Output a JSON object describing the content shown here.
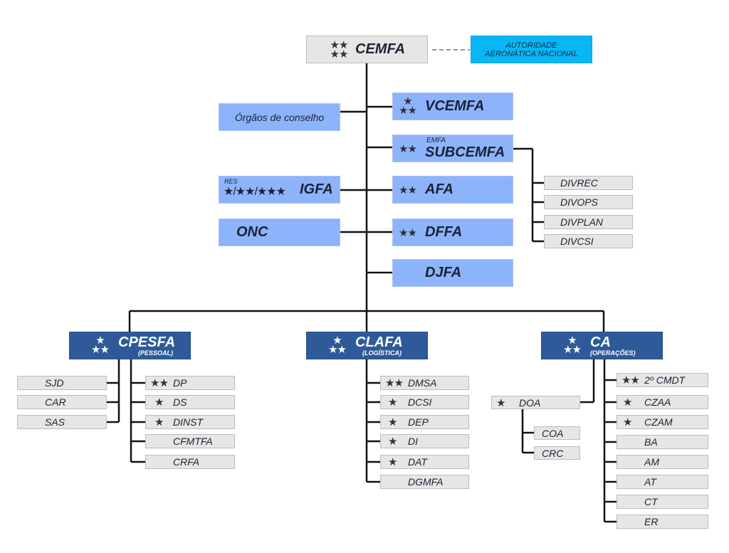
{
  "colors": {
    "gray": "#e6e6e6",
    "blue": "#8db3fb",
    "cyan": "#08b6f5",
    "dark_blue": "#2e5a99",
    "line": "#111111"
  },
  "top": {
    "label": "CEMFA",
    "stars": "★★ ★★"
  },
  "authority": {
    "line1": "AUTORIDADE",
    "line2": "AERONÁTICA NACIONAL"
  },
  "councils": {
    "label": "Órgãos de conselho"
  },
  "vcemfa": {
    "label": "VCEMFA",
    "star_top": "★",
    "star_bottom": "★★"
  },
  "subcemfa": {
    "label": "SUBCEMFA",
    "prefix": "EMFA",
    "stars": "★★"
  },
  "afa": {
    "label": "AFA",
    "stars": "★★"
  },
  "dffa": {
    "label": "DFFA",
    "stars": "★★"
  },
  "djfa": {
    "label": "DJFA"
  },
  "igfa": {
    "label": "IGFA",
    "prefix": "RES",
    "stars": "★/★★/★★★"
  },
  "onc": {
    "label": "ONC"
  },
  "subcemfa_children": [
    "DIVREC",
    "DIVOPS",
    "DIVPLAN",
    "DIVCSI"
  ],
  "commands": {
    "cpesfa": {
      "label": "CPESFA",
      "sub": "(PESSOAL)",
      "star_top": "★",
      "star_bottom": "★★"
    },
    "clafa": {
      "label": "CLAFA",
      "sub": "(LOGÍSTICA)",
      "star_top": "★",
      "star_bottom": "★★"
    },
    "ca": {
      "label": "CA",
      "sub": "(OPERAÇÕES)",
      "star_top": "★",
      "star_bottom": "★★"
    }
  },
  "cpesfa_left": [
    "SJD",
    "CAR",
    "SAS"
  ],
  "cpesfa_right": [
    {
      "label": "DP",
      "stars": "★★"
    },
    {
      "label": "DS",
      "stars": "★"
    },
    {
      "label": "DINST",
      "stars": "★"
    },
    {
      "label": "CFMTFA",
      "stars": ""
    },
    {
      "label": "CRFA",
      "stars": ""
    }
  ],
  "clafa_list": [
    {
      "label": "DMSA",
      "stars": "★★"
    },
    {
      "label": "DCSI",
      "stars": "★"
    },
    {
      "label": "DEP",
      "stars": "★"
    },
    {
      "label": "DI",
      "stars": "★"
    },
    {
      "label": "DAT",
      "stars": "★"
    },
    {
      "label": "DGMFA",
      "stars": ""
    }
  ],
  "doa": {
    "label": "DOA",
    "stars": "★"
  },
  "doa_children": [
    "COA",
    "CRC"
  ],
  "ca_list": [
    {
      "label": "2º CMDT",
      "stars": "★★"
    },
    {
      "label": "CZAA",
      "stars": "★"
    },
    {
      "label": "CZAM",
      "stars": "★"
    },
    {
      "label": "BA",
      "stars": ""
    },
    {
      "label": "AM",
      "stars": ""
    },
    {
      "label": "AT",
      "stars": ""
    },
    {
      "label": "CT",
      "stars": ""
    },
    {
      "label": "ER",
      "stars": ""
    }
  ]
}
